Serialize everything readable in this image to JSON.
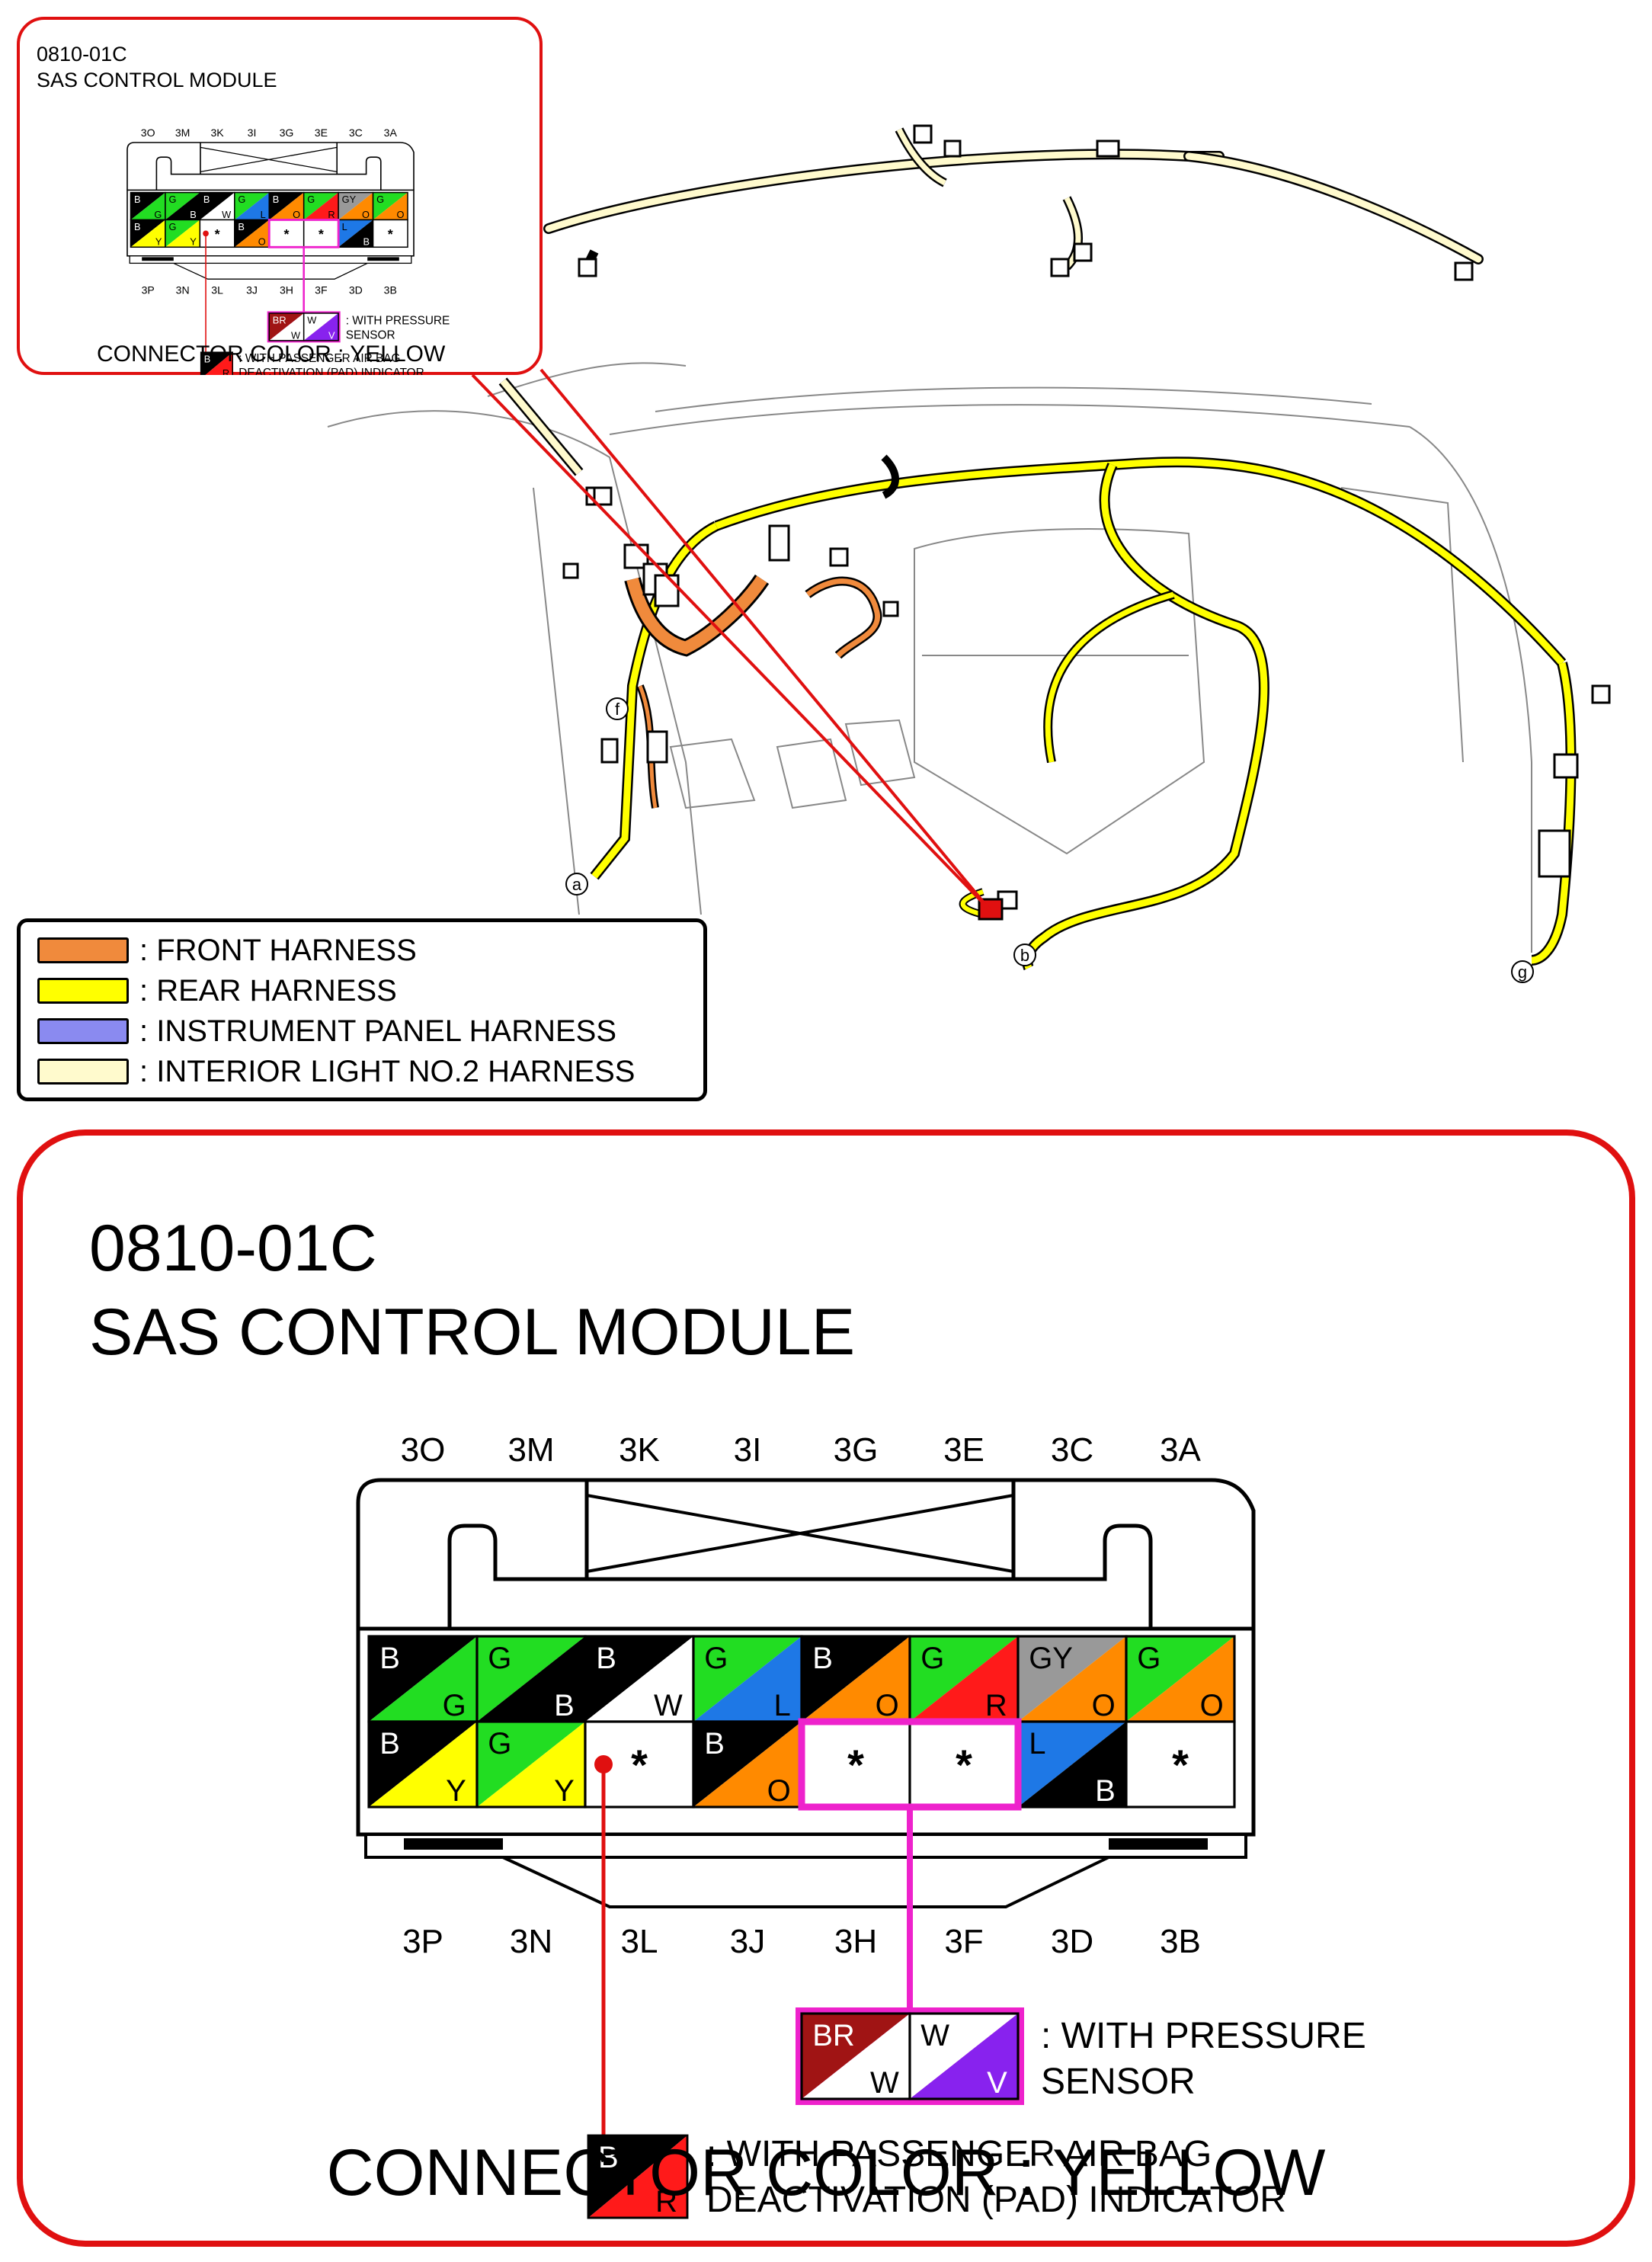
{
  "connector": {
    "id": "0810-01C",
    "name": "SAS CONTROL MODULE",
    "connector_color_line": "CONNECTOR COLOR : YELLOW",
    "top_pin_labels": [
      "3O",
      "3M",
      "3K",
      "3I",
      "3G",
      "3E",
      "3C",
      "3A"
    ],
    "bottom_pin_labels": [
      "3P",
      "3N",
      "3L",
      "3J",
      "3H",
      "3F",
      "3D",
      "3B"
    ],
    "row1": [
      {
        "top": "B",
        "bottom": "G"
      },
      {
        "top": "G",
        "bottom": "B"
      },
      {
        "top": "B",
        "bottom": "W"
      },
      {
        "top": "G",
        "bottom": "L"
      },
      {
        "top": "B",
        "bottom": "O"
      },
      {
        "top": "G",
        "bottom": "R"
      },
      {
        "top": "GY",
        "bottom": "O"
      },
      {
        "top": "G",
        "bottom": "O"
      }
    ],
    "row2": [
      {
        "top": "B",
        "bottom": "Y"
      },
      {
        "top": "G",
        "bottom": "Y"
      },
      {
        "top": "*",
        "bottom": ""
      },
      {
        "top": "B",
        "bottom": "O"
      },
      {
        "top": "*",
        "bottom": ""
      },
      {
        "top": "*",
        "bottom": ""
      },
      {
        "top": "L",
        "bottom": "B"
      },
      {
        "top": "*",
        "bottom": ""
      }
    ],
    "pressure_sensor": {
      "wires": [
        {
          "top": "BR",
          "bottom": "W"
        },
        {
          "top": "W",
          "bottom": "V"
        }
      ],
      "label_line1": ": WITH PRESSURE",
      "label_line2": "SENSOR"
    },
    "pad_indicator": {
      "wire": {
        "top": "B",
        "bottom": "R"
      },
      "label_line1": ": WITH PASSENGER AIR BAG",
      "label_line2": "DEACTIVATION (PAD) INDICATOR"
    }
  },
  "legend": [
    {
      "label": ": FRONT HARNESS",
      "color": "#f08a3c"
    },
    {
      "label": ": REAR HARNESS",
      "color": "#ffff00"
    },
    {
      "label": ": INSTRUMENT PANEL HARNESS",
      "color": "#8a8af0"
    },
    {
      "label": ": INTERIOR LIGHT NO.2 HARNESS",
      "color": "#fffacd"
    }
  ],
  "location_markers": [
    "a",
    "b",
    "f",
    "g"
  ],
  "colors": {
    "callout_red": "#e01010",
    "highlight_magenta": "#ee22cc",
    "front_harness": "#f08a3c",
    "rear_harness": "#ffff00",
    "interior_light_harness": "#fffacd"
  }
}
